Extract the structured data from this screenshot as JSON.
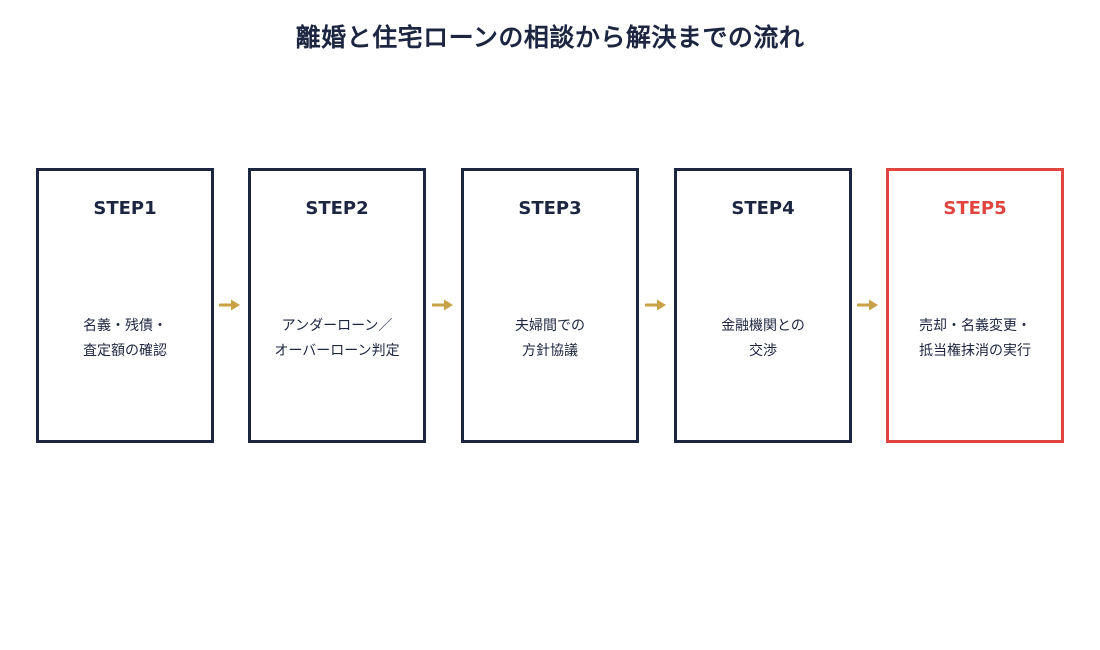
{
  "title": "離婚と住宅ローンの相談から解決までの流れ",
  "colors": {
    "primary": "#1c2640",
    "highlight": "#e0453f",
    "arrow": "#c9a247"
  },
  "steps": [
    {
      "label": "STEP1",
      "lines": [
        "名義・残債・",
        "査定額の確認"
      ]
    },
    {
      "label": "STEP2",
      "lines": [
        "アンダーローン／",
        "オーバーローン判定"
      ]
    },
    {
      "label": "STEP3",
      "lines": [
        "夫婦間での",
        "方針協議"
      ]
    },
    {
      "label": "STEP4",
      "lines": [
        "金融機関との",
        "交渉"
      ]
    },
    {
      "label": "STEP5",
      "lines": [
        "売却・名義変更・",
        "抵当権抹消の実行"
      ]
    }
  ]
}
